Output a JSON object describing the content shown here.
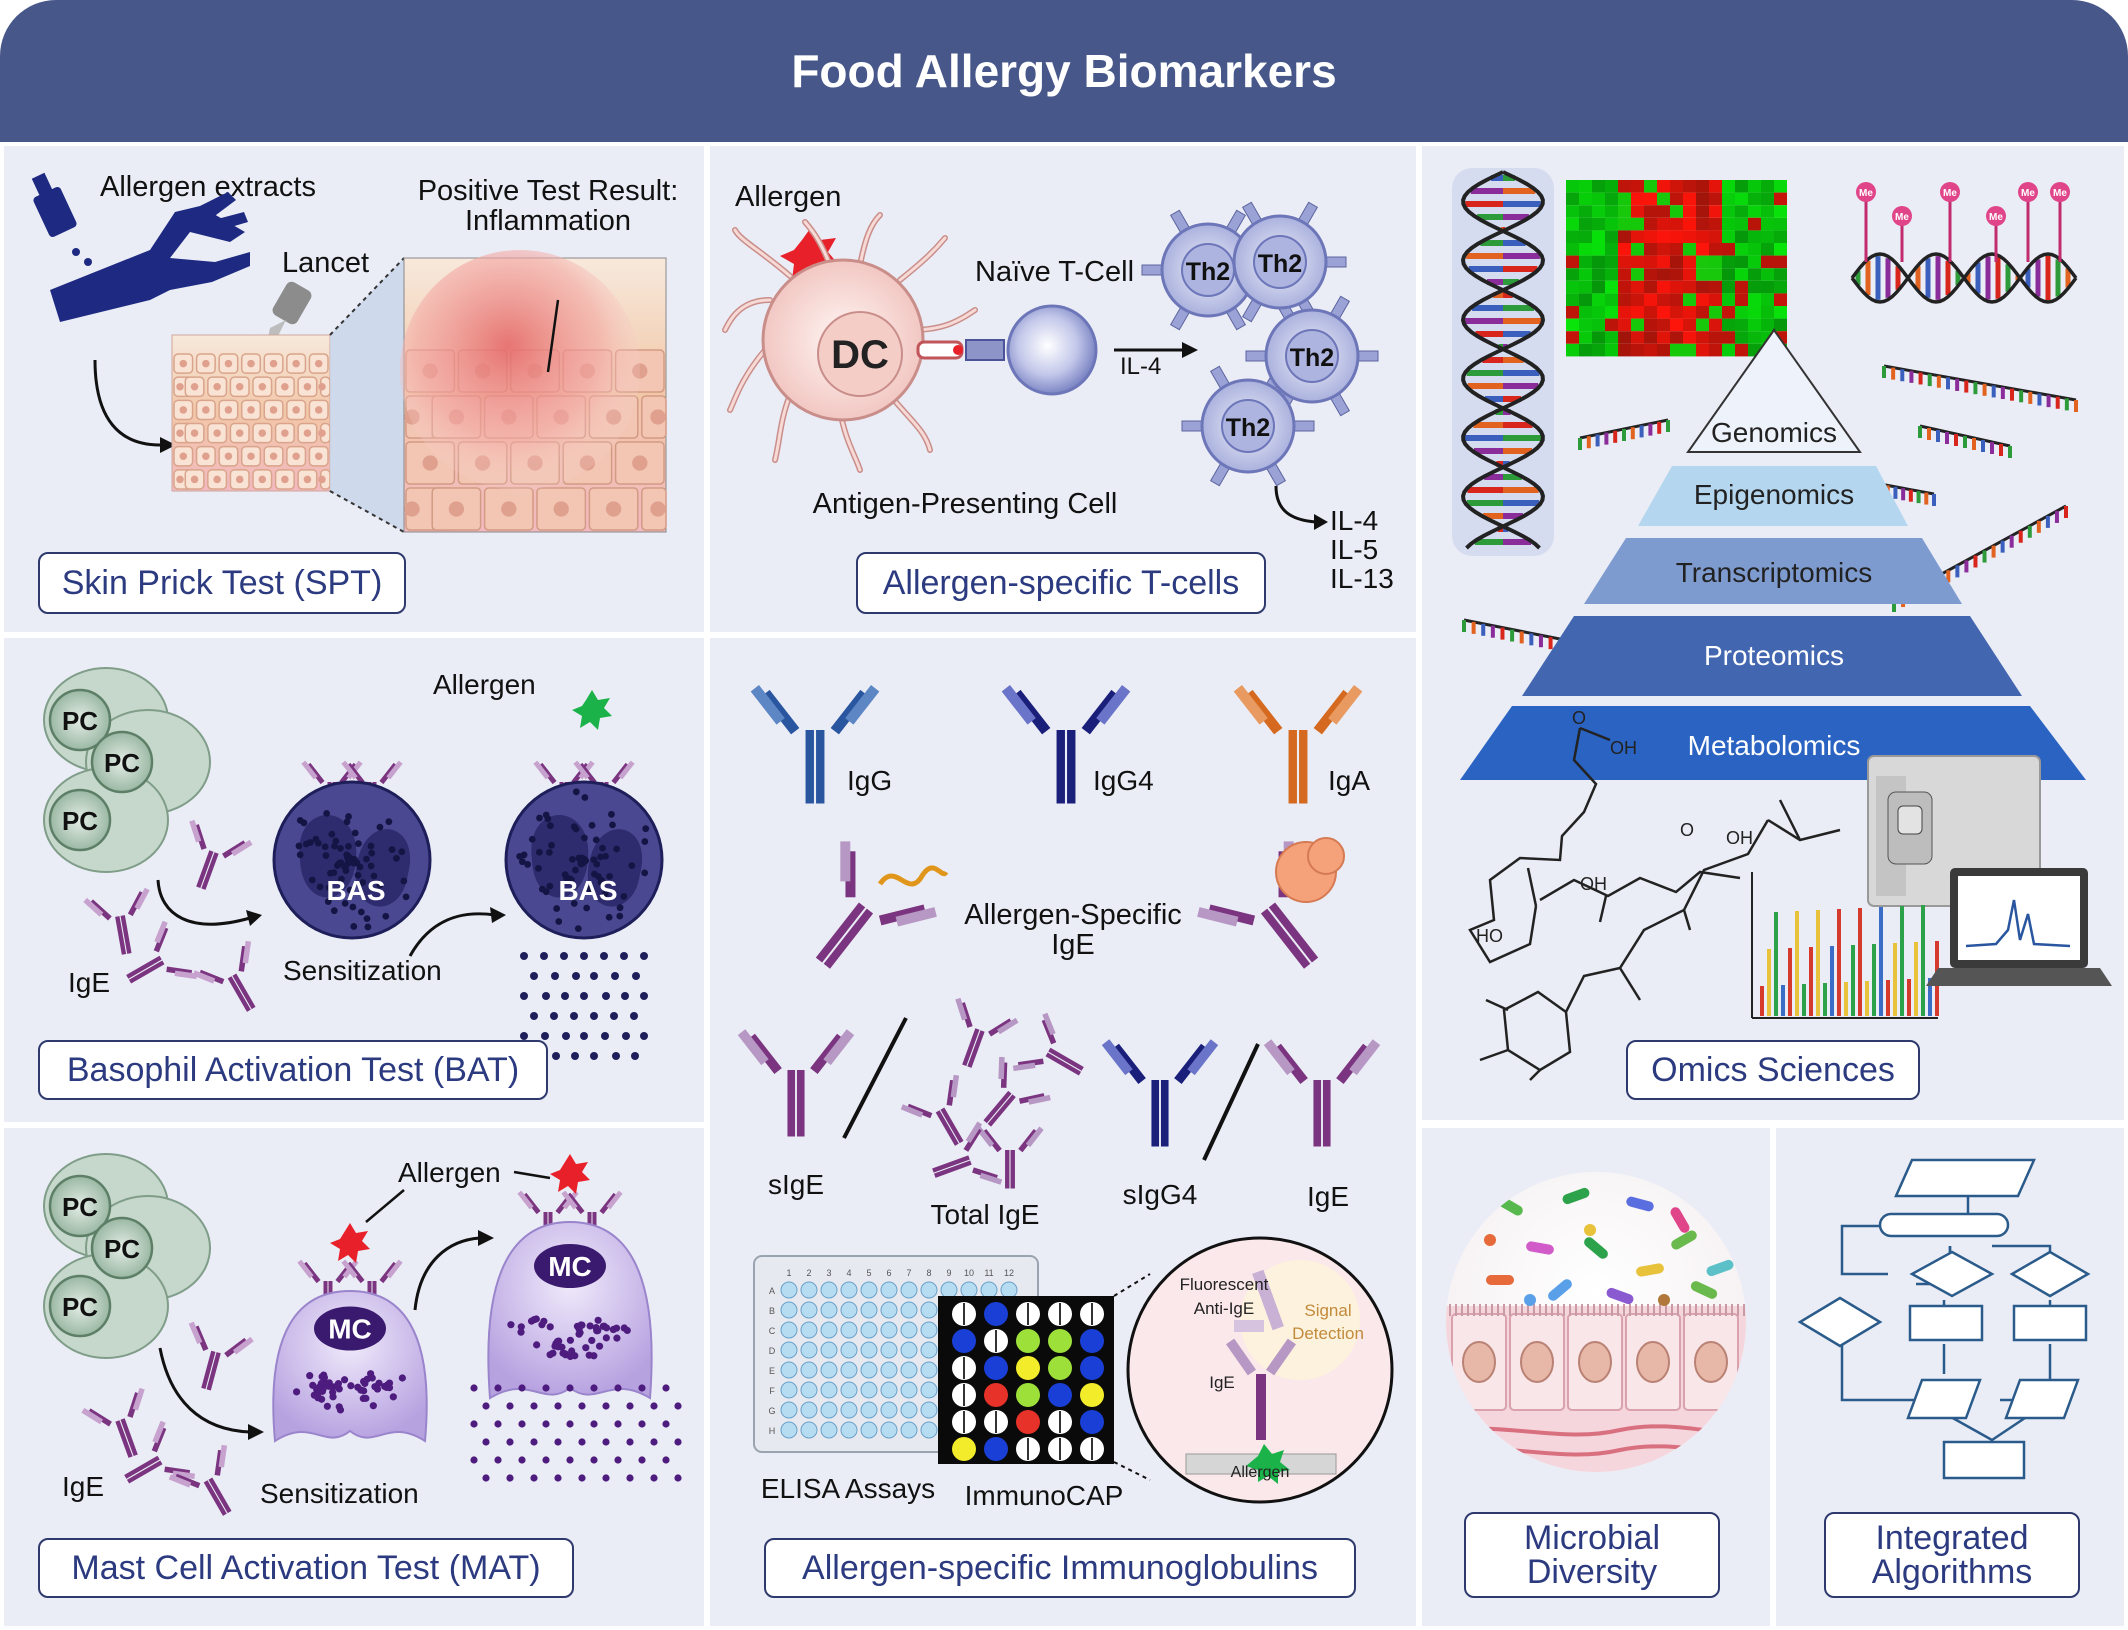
{
  "title": "Food Allergy Biomarkers",
  "colors": {
    "header": "#48578a",
    "panel": "#ebedf6",
    "box_text": "#2c3a80",
    "ige": "#7b3580",
    "igg": "#2a56a0",
    "igg4": "#1a1f7a",
    "iga": "#d4691f",
    "dc": "#f7d9d6",
    "tcell": "#b9bfe6",
    "basophil": "#2a2868",
    "mast": "#c9b7e6",
    "allergen": "#e8202a"
  },
  "spt": {
    "box": "Skin Prick Test (SPT)",
    "allergen_extracts": "Allergen extracts",
    "lancet": "Lancet",
    "result_line1": "Positive Test Result:",
    "result_line2": "Inflammation"
  },
  "tcells": {
    "box": "Allergen-specific T-cells",
    "allergen": "Allergen",
    "dc": "DC",
    "naive": "Naïve T-Cell",
    "il4_arrow": "IL-4",
    "th2": "Th2",
    "apc": "Antigen-Presenting Cell",
    "cytokines": [
      "IL-4",
      "IL-5",
      "IL-13"
    ]
  },
  "omics": {
    "box": "Omics Sciences",
    "layers": [
      "Genomics",
      "Epigenomics",
      "Transcriptomics",
      "Proteomics",
      "Metabolomics"
    ],
    "methyl": "Me",
    "chem": [
      "OH",
      "O",
      "OH",
      "HO",
      "O",
      "OH"
    ]
  },
  "bat": {
    "box": "Basophil Activation Test (BAT)",
    "pc": "PC",
    "bas": "BAS",
    "allergen": "Allergen",
    "ige": "IgE",
    "sensitization": "Sensitization"
  },
  "immuno": {
    "box": "Allergen-specific Immunoglobulins",
    "igg": "IgG",
    "igg4": "IgG4",
    "iga": "IgA",
    "specific_line1": "Allergen-Specific",
    "specific_line2": "IgE",
    "sige": "sIgE",
    "total_ige": "Total IgE",
    "sigg4": "sIgG4",
    "ige": "IgE",
    "elisa": "ELISA Assays",
    "immunocap": "ImmunoCAP",
    "fluor_line1": "Fluorescent",
    "fluor_line2": "Anti-IgE",
    "signal_line1": "Signal",
    "signal_line2": "Detection",
    "zoom_ige": "IgE",
    "zoom_allergen": "Allergen",
    "plate_cols": [
      "1",
      "2",
      "3",
      "4",
      "5",
      "6",
      "7",
      "8",
      "9",
      "10",
      "11",
      "12"
    ],
    "plate_rows": [
      "A",
      "B",
      "C",
      "D",
      "E",
      "F",
      "G",
      "H"
    ]
  },
  "mat": {
    "box": "Mast Cell Activation Test (MAT)",
    "pc": "PC",
    "mc": "MC",
    "allergen": "Allergen",
    "ige": "IgE",
    "sensitization": "Sensitization"
  },
  "microbial": {
    "box_line1": "Microbial",
    "box_line2": "Diversity"
  },
  "algorithms": {
    "box_line1": "Integrated",
    "box_line2": "Algorithms"
  }
}
